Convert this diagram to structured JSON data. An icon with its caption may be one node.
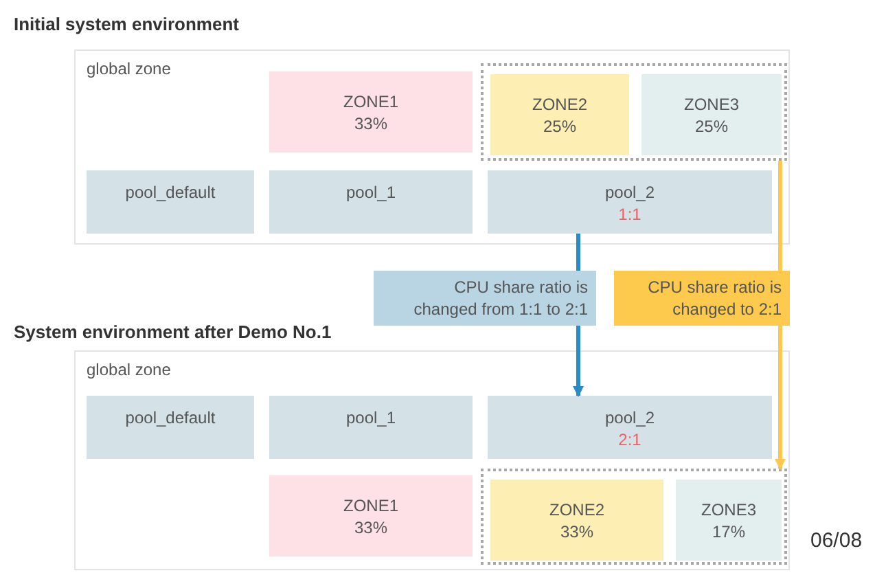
{
  "diagram": {
    "nodes": [
      {
        "text": [
          "global zone"
        ]
      },
      {
        "text": [
          "ZONE1",
          "33%"
        ],
        "in": 0
      },
      {
        "text": [],
        "shape": "box",
        "in": 0
      },
      {
        "text": [
          "ZONE2",
          "25%"
        ],
        "in": 2
      },
      {
        "text": [
          "ZONE3",
          "25%"
        ],
        "in": 2
      },
      {
        "text": [
          "pool_default"
        ],
        "in": 0
      },
      {
        "text": [
          "pool_1"
        ],
        "in": 0
      },
      {
        "text": [
          "pool_2",
          "1:1"
        ],
        "in": 0
      },
      {
        "text": [
          "CPU share ratio is changed from 1:1 to 2:1"
        ]
      },
      {
        "text": [
          "CPU share ratio is changed to 2:1"
        ]
      },
      {
        "text": [
          "global zone"
        ]
      },
      {
        "text": [
          "pool_default"
        ],
        "in": 10
      },
      {
        "text": [
          "pool_1"
        ],
        "in": 10
      },
      {
        "text": [
          "pool_2",
          "2:1"
        ],
        "in": 10
      },
      {
        "text": [
          "ZONE1",
          "33%"
        ],
        "in": 10
      },
      {
        "text": [],
        "shape": "box",
        "in": 10
      },
      {
        "text": [
          "ZONE2",
          "33%"
        ],
        "in": 15
      },
      {
        "text": [
          "ZONE3",
          "17%"
        ],
        "in": 15
      }
    ],
    "edges": [
      {
        "from": 7,
        "to": 8,
        "arrow": "none",
        "color": "#2b8bc9"
      },
      {
        "from": 8,
        "to": 13,
        "arrow": "to",
        "color": "#2b8bc9"
      },
      {
        "from": 2,
        "to": 9,
        "arrow": "none",
        "color": "#fcc850"
      },
      {
        "from": 9,
        "to": 15,
        "arrow": "to",
        "color": "#fcc850"
      }
    ],
    "labels": [
      "Initial system environment",
      "System environment after Demo No.1",
      "06/08"
    ]
  }
}
